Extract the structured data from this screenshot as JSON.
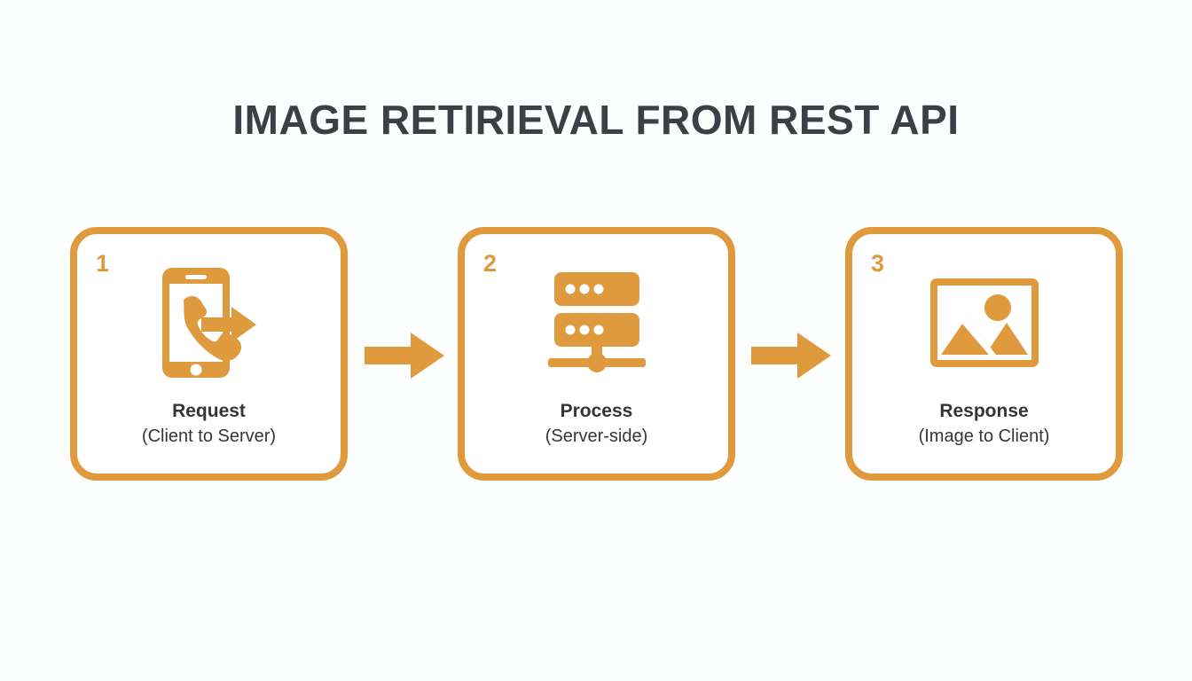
{
  "title": "IMAGE RETIRIEVAL FROM REST API",
  "colors": {
    "accent": "#de9a3d",
    "text": "#333639",
    "title": "#3b4044",
    "background": "#fcfdfd",
    "card_fill": "#ffffff"
  },
  "steps": [
    {
      "number": "1",
      "icon": "mobile-phone-outgoing-call-icon",
      "title": "Request",
      "subtitle": "(Client to Server)"
    },
    {
      "number": "2",
      "icon": "server-rack-icon",
      "title": "Process",
      "subtitle": "(Server-side)"
    },
    {
      "number": "3",
      "icon": "image-photo-icon",
      "title": "Response",
      "subtitle": "(Image to Client)"
    }
  ],
  "arrows": [
    {
      "icon": "arrow-right-icon",
      "from": "1",
      "to": "2"
    },
    {
      "icon": "arrow-right-icon",
      "from": "2",
      "to": "3"
    }
  ],
  "chart_data": {
    "type": "diagram",
    "layout": "horizontal-flow",
    "title": "IMAGE RETIRIEVAL FROM REST API",
    "nodes": [
      "Request",
      "Process",
      "Response"
    ],
    "node_subtitles": [
      "(Client to Server)",
      "(Server-side)",
      "(Image to Client)"
    ],
    "node_numbers": [
      "1",
      "2",
      "3"
    ],
    "edges": [
      [
        "Request",
        "Process"
      ],
      [
        "Process",
        "Response"
      ]
    ]
  }
}
